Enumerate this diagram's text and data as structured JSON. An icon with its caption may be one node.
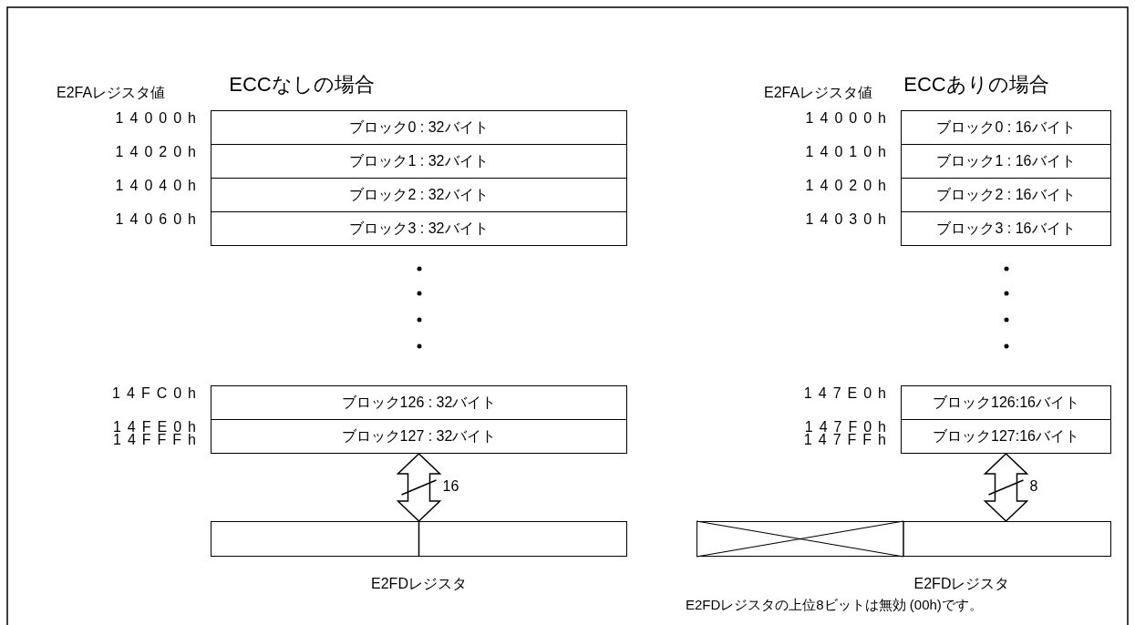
{
  "diagram": {
    "nodes": [
      {
        "text": [
          "ブロック0 : 32バイト"
        ],
        "beside": [
          "14000h"
        ]
      },
      {
        "text": [
          "ブロック1 : 32バイト"
        ],
        "beside": [
          "14020h"
        ]
      },
      {
        "text": [
          "ブロック2 : 32バイト"
        ],
        "beside": [
          "14040h"
        ]
      },
      {
        "text": [
          "ブロック3 : 32バイト"
        ],
        "beside": [
          "14060h"
        ]
      },
      {
        "text": [
          "ブロック126 : 32バイト"
        ],
        "beside": [
          "14FC0h"
        ]
      },
      {
        "text": [
          "ブロック127 : 32バイト"
        ],
        "beside": [
          "14FE0h",
          "14FFFh"
        ]
      },
      {
        "text": [],
        "shape": "box",
        "beside": [
          "E2FDレジスタ"
        ]
      },
      {
        "text": [
          "ブロック0 : 16バイト"
        ],
        "beside": [
          "14000h"
        ]
      },
      {
        "text": [
          "ブロック1 : 16バイト"
        ],
        "beside": [
          "14010h"
        ]
      },
      {
        "text": [
          "ブロック2 : 16バイト"
        ],
        "beside": [
          "14020h"
        ]
      },
      {
        "text": [
          "ブロック3 : 16バイト"
        ],
        "beside": [
          "14030h"
        ]
      },
      {
        "text": [
          "ブロック126:16バイト"
        ],
        "beside": [
          "147E0h"
        ]
      },
      {
        "text": [
          "ブロック127:16バイト"
        ],
        "beside": [
          "147F0h",
          "147FFh"
        ]
      },
      {
        "text": [],
        "shape": "box",
        "beside": [
          "E2FDレジスタ"
        ]
      }
    ],
    "edges": [
      {
        "from": 5,
        "to": 6,
        "arrow": "both",
        "label": "16"
      },
      {
        "from": 12,
        "to": 13,
        "arrow": "both",
        "label": "8"
      }
    ],
    "labels": [
      "ECCなしの場合",
      "ECCありの場合",
      "E2FAレジスタ値",
      "E2FAレジスタ値",
      "E2FDレジスタの上位8ビットは無効 (00h)です。"
    ]
  }
}
